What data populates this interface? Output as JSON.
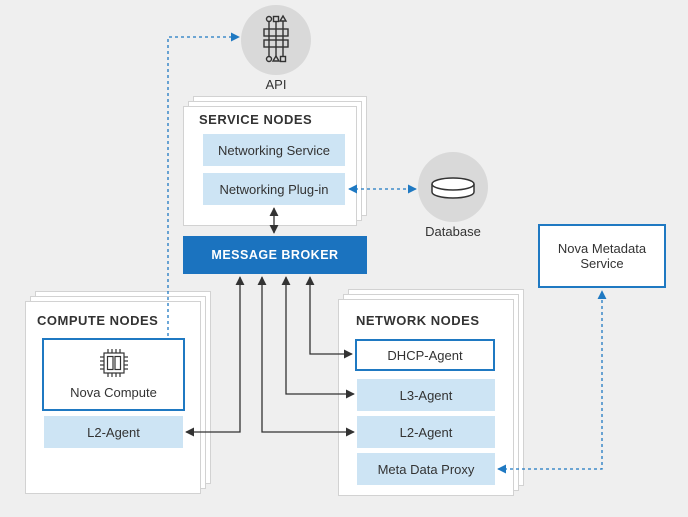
{
  "api": {
    "label": "API",
    "icon": "api-icon"
  },
  "database": {
    "label": "Database",
    "icon": "database-icon"
  },
  "service_nodes": {
    "title": "SERVICE NODES",
    "items": [
      "Networking Service",
      "Networking Plug-in"
    ]
  },
  "message_broker": {
    "label": "MESSAGE BROKER"
  },
  "compute_nodes": {
    "title": "COMPUTE NODES",
    "nova_compute": "Nova Compute",
    "l2_agent": "L2-Agent"
  },
  "network_nodes": {
    "title": "NETWORK NODES",
    "items": [
      "DHCP-Agent",
      "L3-Agent",
      "L2-Agent",
      "Meta Data Proxy"
    ]
  },
  "nova_metadata": {
    "label": "Nova Metadata Service"
  },
  "colors": {
    "accent": "#1b73bf",
    "light_box": "#cde4f4",
    "background": "#efefef",
    "arrow_dark": "#333333",
    "arrow_dashed": "#1f79c2"
  }
}
